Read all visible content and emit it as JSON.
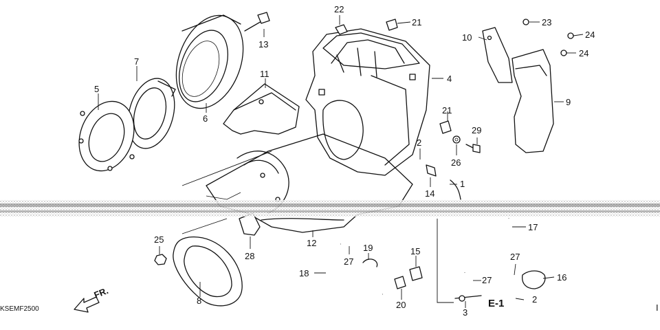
{
  "diagram": {
    "code": "KSEMF2500",
    "section_label": "E-1",
    "direction_label": "FR.",
    "right_edge_mark": "I",
    "background_color": "#ffffff",
    "line_color": "#111111"
  },
  "callouts": [
    {
      "id": "c1",
      "text": "1"
    },
    {
      "id": "c2a",
      "text": "2"
    },
    {
      "id": "c2b",
      "text": "2"
    },
    {
      "id": "c3",
      "text": "3"
    },
    {
      "id": "c4",
      "text": "4"
    },
    {
      "id": "c5",
      "text": "5"
    },
    {
      "id": "c6",
      "text": "6"
    },
    {
      "id": "c7",
      "text": "7"
    },
    {
      "id": "c8",
      "text": "8"
    },
    {
      "id": "c9",
      "text": "9"
    },
    {
      "id": "c10",
      "text": "10"
    },
    {
      "id": "c11",
      "text": "11"
    },
    {
      "id": "c12",
      "text": "12"
    },
    {
      "id": "c13",
      "text": "13"
    },
    {
      "id": "c14",
      "text": "14"
    },
    {
      "id": "c15",
      "text": "15"
    },
    {
      "id": "c16",
      "text": "16"
    },
    {
      "id": "c17",
      "text": "17"
    },
    {
      "id": "c18",
      "text": "18"
    },
    {
      "id": "c19",
      "text": "19"
    },
    {
      "id": "c20",
      "text": "20"
    },
    {
      "id": "c21a",
      "text": "21"
    },
    {
      "id": "c21b",
      "text": "21"
    },
    {
      "id": "c22",
      "text": "22"
    },
    {
      "id": "c23",
      "text": "23"
    },
    {
      "id": "c24a",
      "text": "24"
    },
    {
      "id": "c24b",
      "text": "24"
    },
    {
      "id": "c25",
      "text": "25"
    },
    {
      "id": "c26",
      "text": "26"
    },
    {
      "id": "c27a",
      "text": "27"
    },
    {
      "id": "c27b",
      "text": "27"
    },
    {
      "id": "c27c",
      "text": "27"
    },
    {
      "id": "c28",
      "text": "28"
    },
    {
      "id": "c29",
      "text": "29"
    }
  ]
}
